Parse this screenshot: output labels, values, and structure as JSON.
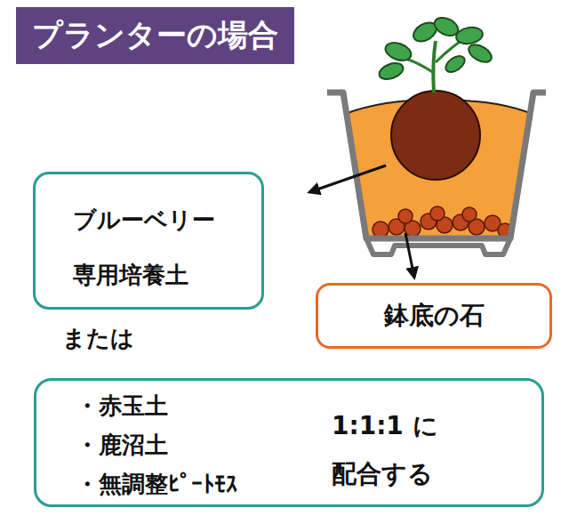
{
  "diagram": {
    "title": "プランターの場合",
    "nodes": [
      {
        "text": [
          "ブルーベリー 専用培養土"
        ]
      },
      {
        "text": [
          "鉢底の石"
        ]
      },
      {
        "text": [
          "・赤玉土",
          "・鹿沼土",
          "・無調整ﾋﾟｰﾄﾓｽ",
          "1:1:1 に 配合する"
        ]
      }
    ],
    "labels": [
      "または"
    ]
  }
}
